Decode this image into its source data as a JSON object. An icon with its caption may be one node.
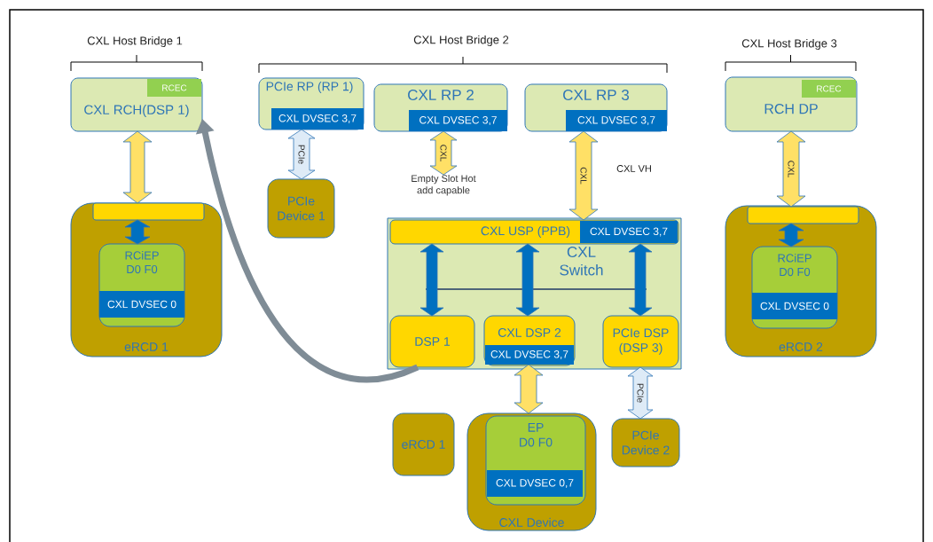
{
  "diagram": {
    "nodes": [
      {
        "text": [
          "CXL RCH(DSP 1)"
        ]
      },
      {
        "text": [
          "RCEC"
        ],
        "in": 0
      },
      {
        "text": [
          "eRCD 1"
        ]
      },
      {
        "text": [],
        "shape": "bar",
        "in": 2
      },
      {
        "text": [
          "RCiEP D0 F0"
        ],
        "in": 2
      },
      {
        "text": [
          "CXL DVSEC 0"
        ],
        "in": 4
      },
      {
        "text": [
          "PCIe RP (RP 1)"
        ]
      },
      {
        "text": [
          "CXL DVSEC 3,7"
        ],
        "in": 6
      },
      {
        "text": [
          "CXL RP 2"
        ]
      },
      {
        "text": [
          "CXL DVSEC 3,7"
        ],
        "in": 8
      },
      {
        "text": [
          "CXL RP 3"
        ]
      },
      {
        "text": [
          "CXL DVSEC 3,7"
        ],
        "in": 10
      },
      {
        "text": [
          "PCIe Device 1"
        ]
      },
      {
        "text": [
          "Empty Slot Hot add capable"
        ]
      },
      {
        "text": [
          "CXL Switch"
        ]
      },
      {
        "text": [
          "CXL USP (PPB)"
        ],
        "in": 14
      },
      {
        "text": [
          "CXL DVSEC 3,7"
        ],
        "in": 15
      },
      {
        "text": [
          "DSP 1"
        ],
        "in": 14
      },
      {
        "text": [
          "CXL DSP 2"
        ],
        "in": 14
      },
      {
        "text": [
          "CXL DVSEC 3,7"
        ],
        "in": 18
      },
      {
        "text": [
          "PCIe DSP (DSP 3)"
        ],
        "in": 14
      },
      {
        "text": [
          "eRCD 1"
        ]
      },
      {
        "text": [
          "CXL Device"
        ]
      },
      {
        "text": [
          "EP D0 F0"
        ],
        "in": 22
      },
      {
        "text": [
          "CXL DVSEC 0,7"
        ],
        "in": 23
      },
      {
        "text": [
          "PCIe Device 2"
        ]
      },
      {
        "text": [
          "RCH DP"
        ]
      },
      {
        "text": [
          "RCEC"
        ],
        "in": 26
      },
      {
        "text": [
          "eRCD 2"
        ]
      },
      {
        "text": [],
        "shape": "bar",
        "in": 28
      },
      {
        "text": [
          "RCiEP D0 F0"
        ],
        "in": 28
      },
      {
        "text": [
          "CXL DVSEC 0"
        ],
        "in": 30
      }
    ],
    "edges": [
      {
        "from": 0,
        "to": 3,
        "arrow": "both",
        "color": "#ffe066"
      },
      {
        "from": 3,
        "to": 4,
        "arrow": "both",
        "color": "#0070c0"
      },
      {
        "from": 7,
        "to": 12,
        "arrow": "both",
        "label": "PCIe",
        "color": "#deebf7"
      },
      {
        "from": 9,
        "to": 13,
        "arrow": "both",
        "label": "CXL",
        "color": "#ffe066"
      },
      {
        "from": 11,
        "to": 15,
        "arrow": "both",
        "label": "CXL",
        "color": "#ffe066"
      },
      {
        "from": 15,
        "to": 17,
        "arrow": "both",
        "color": "#0070c0"
      },
      {
        "from": 15,
        "to": 18,
        "arrow": "both",
        "color": "#0070c0"
      },
      {
        "from": 15,
        "to": 20,
        "arrow": "both",
        "color": "#0070c0"
      },
      {
        "from": 19,
        "to": 22,
        "arrow": "both",
        "color": "#ffe066"
      },
      {
        "from": 20,
        "to": 25,
        "arrow": "both",
        "label": "PCIe",
        "color": "#deebf7"
      },
      {
        "from": 26,
        "to": 29,
        "arrow": "both",
        "label": "CXL",
        "color": "#ffe066"
      },
      {
        "from": 29,
        "to": 30,
        "arrow": "both",
        "color": "#0070c0"
      },
      {
        "from": 17,
        "to": 0,
        "arrow": "to",
        "color": "#7f8c96"
      }
    ],
    "labels": [
      "CXL Host Bridge 1",
      "CXL Host Bridge 2",
      "CXL Host Bridge 3",
      "CXL VH"
    ]
  }
}
